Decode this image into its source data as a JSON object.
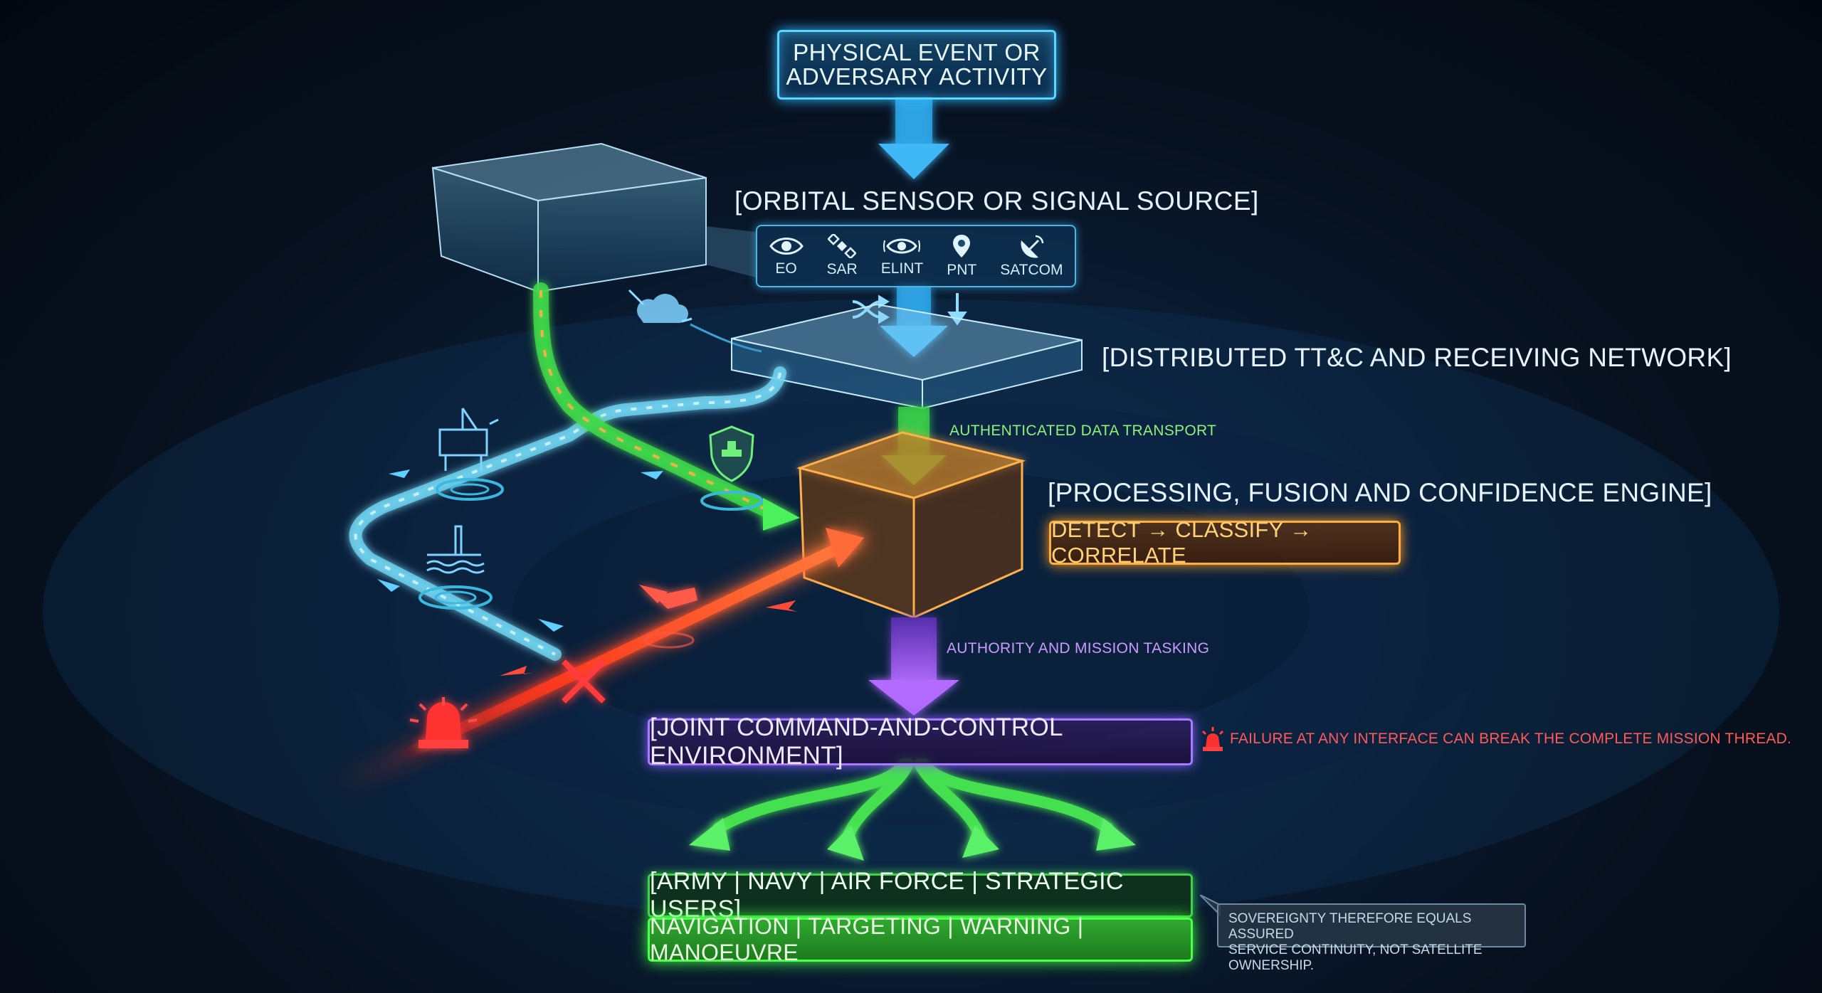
{
  "top_event": {
    "line1": "PHYSICAL EVENT OR",
    "line2": "ADVERSARY ACTIVITY"
  },
  "sensor": {
    "title": "[ORBITAL SENSOR OR SIGNAL SOURCE]",
    "types": [
      {
        "label": "EO",
        "icon": "eye-icon"
      },
      {
        "label": "SAR",
        "icon": "satellite-icon"
      },
      {
        "label": "ELINT",
        "icon": "eye-signal-icon"
      },
      {
        "label": "PNT",
        "icon": "location-pin-icon"
      },
      {
        "label": "SATCOM",
        "icon": "satellite-dish-icon"
      }
    ]
  },
  "ttc_title": "[DISTRIBUTED TT&C AND RECEIVING NETWORK]",
  "transport_label": "AUTHENTICATED DATA TRANSPORT",
  "processing": {
    "title": "[PROCESSING, FUSION AND CONFIDENCE ENGINE]",
    "steps": "DETECT → CLASSIFY → CORRELATE"
  },
  "tasking_label": "AUTHORITY AND MISSION TASKING",
  "c2_title": "[JOINT COMMAND-AND-CONTROL ENVIRONMENT]",
  "failure_note": "FAILURE AT ANY INTERFACE CAN BREAK THE COMPLETE MISSION THREAD.",
  "users": "[ARMY | NAVY | AIR FORCE | STRATEGIC USERS]",
  "functions": "NAVIGATION | TARGETING | WARNING | MANOEUVRE",
  "sovereignty": {
    "line1": "SOVEREIGNTY THEREFORE EQUALS ASSURED",
    "line2": "SERVICE CONTINUITY, NOT SATELLITE OWNERSHIP."
  },
  "colors": {
    "cyan": "#59d6ff",
    "green": "#3cff3c",
    "orange": "#ffae3a",
    "purple": "#a77aff",
    "red": "#ff3a3a"
  }
}
